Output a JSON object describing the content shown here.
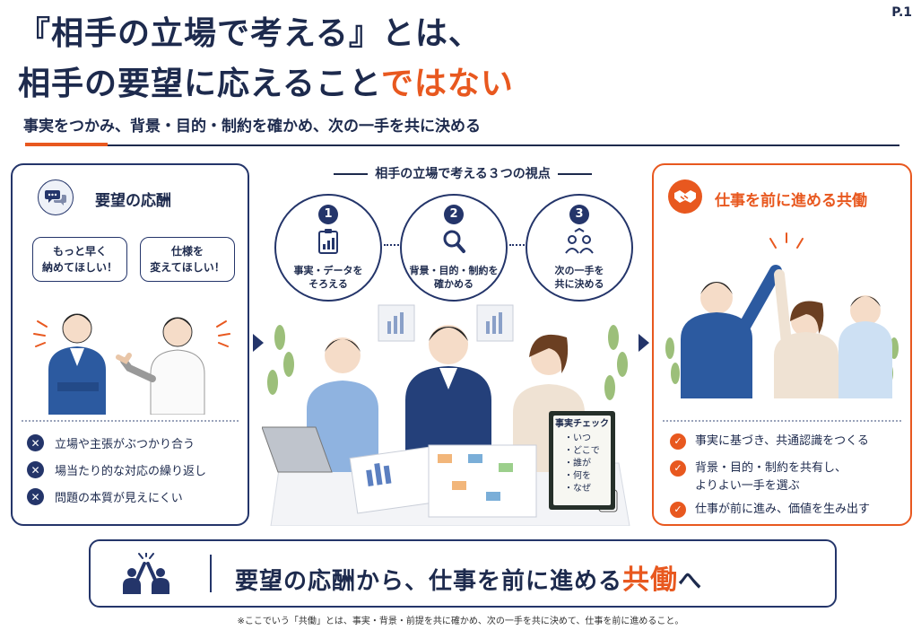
{
  "page_number": "P.1",
  "title": {
    "line1": "『相手の立場で考える』とは、",
    "line2_main": "相手の要望に応えること",
    "line2_accent": "ではない",
    "subtitle": "事実をつかみ、背景・目的・制約を確かめ、次の一手を共に決める"
  },
  "left_panel": {
    "title": "要望の応酬",
    "bubble1": [
      "もっと早く",
      "納めてほしい！"
    ],
    "bubble2": [
      "仕様を",
      "変えてほしい！"
    ],
    "issues": [
      "立場や主張がぶつかり合う",
      "場当たり的な対応の繰り返し",
      "問題の本質が見えにくい"
    ],
    "icon": "chat-bubbles-icon"
  },
  "center": {
    "header": "相手の立場で考える３つの視点",
    "views": [
      {
        "num": "1",
        "label": [
          "事実・データを",
          "そろえる"
        ],
        "icon": "clipboard-chart-icon"
      },
      {
        "num": "2",
        "label": [
          "背景・目的・制約を",
          "確かめる"
        ],
        "icon": "magnifier-icon"
      },
      {
        "num": "3",
        "label": [
          "次の一手を",
          "共に決める"
        ],
        "icon": "people-icon"
      }
    ],
    "board": {
      "title": "事実チェック",
      "items": [
        "いつ",
        "どこで",
        "誰が",
        "何を",
        "なぜ"
      ]
    }
  },
  "right_panel": {
    "title": "仕事を前に進める共働",
    "icon": "handshake-icon",
    "points": [
      [
        "事実に基づき、共通認識をつくる"
      ],
      [
        "背景・目的・制約を共有し、",
        "よりよい一手を選ぶ"
      ],
      [
        "仕事が前に進み、価値を生み出す"
      ]
    ]
  },
  "bottom": {
    "text_main": "要望の応酬から、仕事を前に進める",
    "text_accent": "共働",
    "text_end": "へ",
    "icon": "high-five-icon"
  },
  "footnote": "※ここでいう「共働」とは、事実・背景・前提を共に確かめ、次の一手を共に決めて、仕事を前に進めること。",
  "colors": {
    "navy": "#1d2a4d",
    "accent": "#e8581f"
  }
}
